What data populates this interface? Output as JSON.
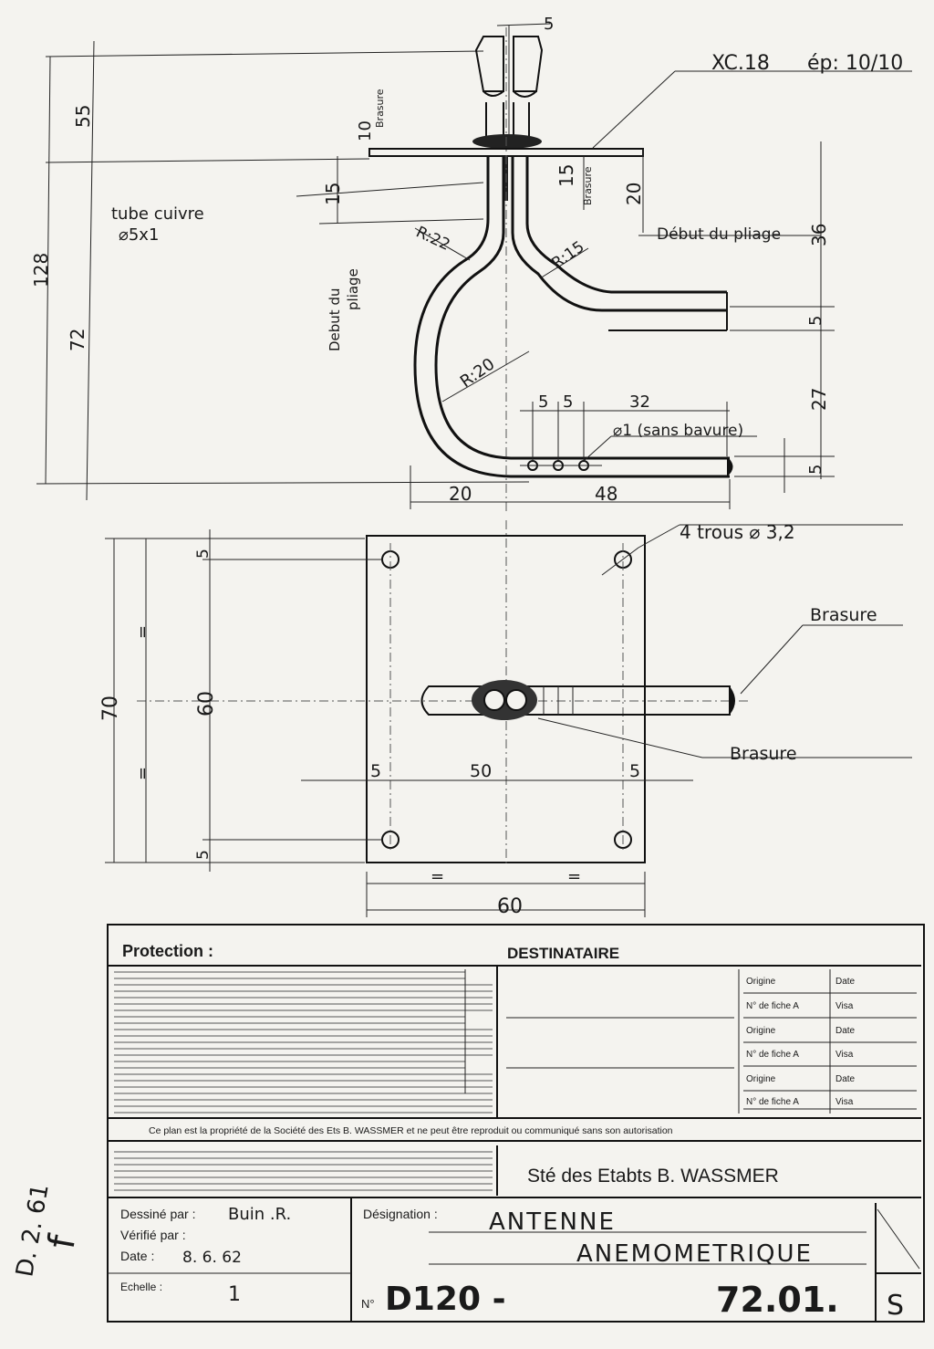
{
  "elevation": {
    "material": "XC.18",
    "thickness": "ép: 10/10",
    "tube_label": "tube cuivre",
    "tube_size": "⌀5x1",
    "brasure_small_1": "Brasure",
    "brasure_small_2": "Brasure",
    "debut_pliage_right": "Début du pliage",
    "debut_pliage_left_1": "Debut du",
    "debut_pliage_left_2": "pliage",
    "hole_note": "⌀1 (sans bavure)",
    "dims": {
      "top_gap": "5",
      "h55": "55",
      "h10": "10",
      "h128": "128",
      "h72": "72",
      "h15_left": "15",
      "h15_right": "15",
      "h20": "20",
      "h36": "36",
      "h5_mid": "5",
      "h27": "27",
      "h5_bot": "5",
      "r22": "R:22",
      "r15": "R:15",
      "r20": "R:20",
      "s5a": "5",
      "s5b": "5",
      "s32": "32",
      "w20": "20",
      "w48": "48"
    }
  },
  "plan": {
    "holes_note": "4 trous ⌀ 3,2",
    "brasure_1": "Brasure",
    "brasure_2": "Brasure",
    "dims": {
      "v70": "70",
      "v60": "60",
      "eq_top": "=",
      "eq_bot": "=",
      "v5_top": "5",
      "v5_bot": "5",
      "h5_left": "5",
      "h50": "50",
      "h5_right": "5",
      "eq_left": "=",
      "eq_right": "=",
      "w60": "60"
    }
  },
  "title_block": {
    "protection_label": "Protection :",
    "destinataire_label": "DESTINATAIRE",
    "origine_1": "Origine",
    "date_1": "Date",
    "fiche_1": "N° de fiche A",
    "visa_1": "Visa",
    "origine_2": "Origine",
    "date_2": "Date",
    "fiche_2": "N° de fiche A",
    "visa_2": "Visa",
    "origine_3": "Origine",
    "date_3": "Date",
    "fiche_3": "N° de fiche A",
    "visa_3": "Visa",
    "property_notice": "Ce plan est la propriété de la Société des Ets B. WASSMER et ne peut être reproduit ou communiqué sans son autorisation",
    "company": "Sté des Etabts B. WASSMER",
    "dessine_label": "Dessiné par :",
    "dessine_value": "Buin .R.",
    "verifie_label": "Vérifié par :",
    "date_label": "Date :",
    "date_value": "8. 6. 62",
    "echelle_label": "Echelle :",
    "echelle_value": "1",
    "designation_label": "Désignation :",
    "designation_line1": "ANTENNE",
    "designation_line2": "ANEMOMETRIQUE",
    "numero_label": "N°",
    "numero_value": "D120 -",
    "ref_value": "72.01.",
    "suffix": "S"
  },
  "margin_note_1": "D. 2. 61",
  "margin_note_2": "f"
}
